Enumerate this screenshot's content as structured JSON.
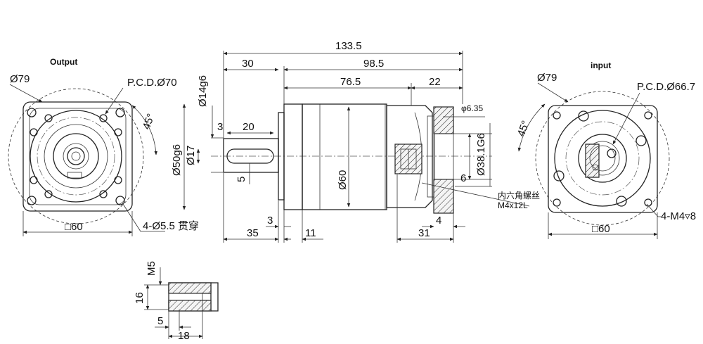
{
  "labels": {
    "output_title": "Output",
    "input_title": "input",
    "out_d79": "Ø79",
    "out_pcd": "P.C.D.Ø70",
    "out_45": "45°",
    "out_sq60": "□60",
    "out_holes": "4-Ø5.5 贯穿",
    "in_d79": "Ø79",
    "in_pcd": "P.C.D.Ø66.7",
    "in_45": "45°",
    "in_sq60": "□60",
    "in_holes": "4-M4▿8",
    "dim_133_5": "133.5",
    "dim_30": "30",
    "dim_98_5": "98.5",
    "dim_76_5": "76.5",
    "dim_22": "22",
    "dim_14g6": "Ø14g6",
    "dim_3_top": "3",
    "dim_20": "20",
    "dim_50g6": "Ø50g6",
    "dim_17": "Ø17",
    "dim_5": "5",
    "dim_60": "Ø60",
    "dim_6_35": "φ6.35",
    "dim_38_1g6": "Ø38.1G6",
    "dim_6": "6",
    "screw_cn": "内六角螺丝",
    "screw_spec": "M4x12L",
    "dim_3_bot": "3",
    "dim_35": "35",
    "dim_11": "11",
    "dim_4": "4",
    "dim_31": "31",
    "key_m5": "M5",
    "key_16": "16",
    "key_5": "5",
    "key_18": "18"
  }
}
